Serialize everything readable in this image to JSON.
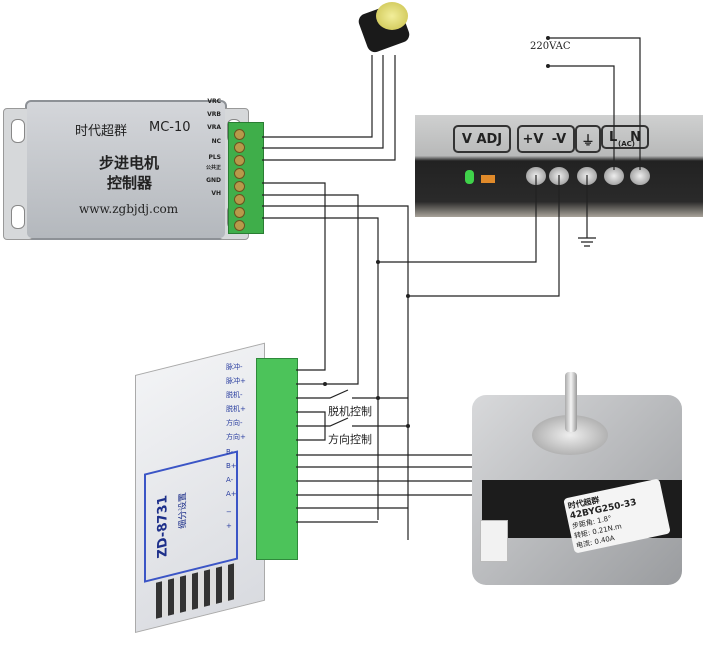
{
  "controller": {
    "brand": "时代超群",
    "model": "MC-10",
    "title_line1": "步进电机",
    "title_line2": "控制器",
    "website": "www.zgbjdj.com",
    "pins": [
      "VRC",
      "VRB",
      "VRA",
      "NC",
      "PLS",
      "公共正",
      "GND",
      "VH"
    ]
  },
  "power_supply": {
    "input_label": "220VAC",
    "labels": [
      "V ADJ",
      "+V",
      "-V",
      "⏚",
      "L",
      "N",
      "(AC)"
    ]
  },
  "driver": {
    "model": "ZD-8731",
    "section": "细分设置",
    "pins": [
      "脉冲-",
      "脉冲+",
      "脱机-",
      "脱机+",
      "方向-",
      "方向+",
      "B-",
      "B+",
      "A-",
      "A+",
      "−",
      "+"
    ]
  },
  "switches": {
    "offline_label": "脱机控制",
    "direction_label": "方向控制"
  },
  "motor": {
    "brand": "时代超群",
    "model": "42BYG250-33",
    "step_angle": "步距角: 1.8°",
    "torque": "转矩: 0.21N.m",
    "current": "电流: 0.40A"
  }
}
